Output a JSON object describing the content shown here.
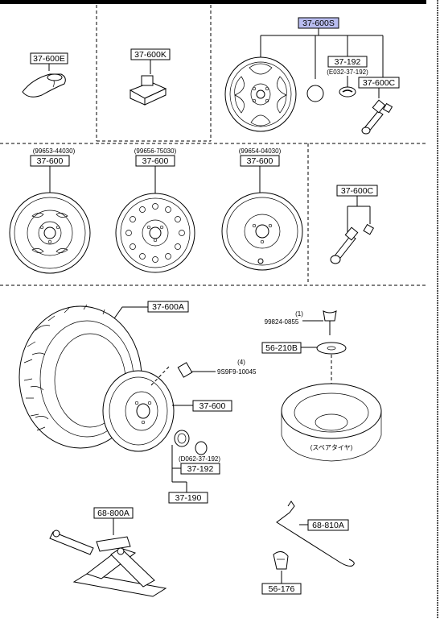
{
  "labels": {
    "p37600E": "37-600E",
    "p37600K": "37-600K",
    "p37600S": "37-600S",
    "p37192_top": "37-192",
    "p37192_top_sub": "(E032-37-192)",
    "p37600C_top": "37-600C",
    "ref1": "(99653-44030)",
    "p37600_1": "37-600",
    "ref2": "(99656-75030)",
    "p37600_2": "37-600",
    "ref3": "(99654-04030)",
    "p37600_3": "37-600",
    "p37600C_mid": "37-600C",
    "p37600A": "37-600A",
    "bolt_qty": "(1)",
    "bolt_code": "99824-0855",
    "p56210B": "56-210B",
    "nut_qty": "(4)",
    "nut_code": "9S9F9-10045",
    "p37600_4": "37-600",
    "spare_text": "(スペアタイヤ)",
    "cap_sub": "(D062-37-192)",
    "p37192_bot": "37-192",
    "p37190": "37-190",
    "p68800A": "68-800A",
    "p68810A": "68-810A",
    "p56176": "56-176"
  }
}
